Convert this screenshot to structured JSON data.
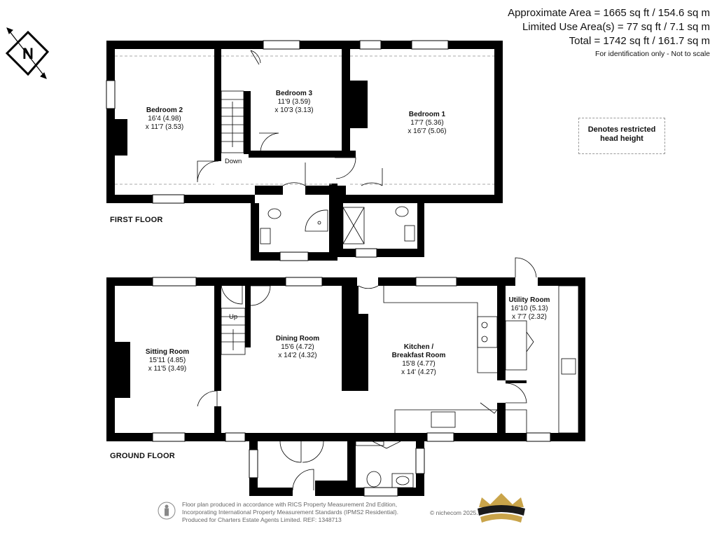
{
  "areas": {
    "approximate": "Approximate Area = 1665 sq ft / 154.6 sq m",
    "limited": "Limited Use Area(s) = 77 sq ft / 7.1 sq m",
    "total": "Total = 1742 sq ft / 161.7 sq m",
    "note": "For identification only - Not to scale"
  },
  "compass_letter": "N",
  "legend": {
    "line1": "Denotes restricted",
    "line2": "head height"
  },
  "first_floor": {
    "label": "FIRST FLOOR",
    "stairs": "Down",
    "rooms": [
      {
        "name": "Bedroom 2",
        "dim1": "16'4 (4.98)",
        "dim2": "x 11'7 (3.53)"
      },
      {
        "name": "Bedroom 3",
        "dim1": "11'9 (3.59)",
        "dim2": "x 10'3 (3.13)"
      },
      {
        "name": "Bedroom 1",
        "dim1": "17'7 (5.36)",
        "dim2": "x 16'7 (5.06)"
      }
    ]
  },
  "ground_floor": {
    "label": "GROUND FLOOR",
    "stairs": "Up",
    "rooms": [
      {
        "name": "Sitting Room",
        "dim1": "15'11 (4.85)",
        "dim2": "x 11'5 (3.49)"
      },
      {
        "name": "Dining Room",
        "dim1": "15'6 (4.72)",
        "dim2": "x 14'2 (4.32)"
      },
      {
        "name": "Kitchen /",
        "name2": "Breakfast Room",
        "dim1": "15'8 (4.77)",
        "dim2": "x 14' (4.27)"
      },
      {
        "name": "Utility Room",
        "dim1": "16'10 (5.13)",
        "dim2": "x 7'7 (2.32)"
      }
    ]
  },
  "footer": {
    "line1": "Floor plan produced in accordance with RICS Property Measurement 2nd Edition,",
    "line2": "Incorporating International Property Measurement Standards (IPMS2 Residential).",
    "line3": "Produced for Charters Estate Agents Limited.   REF: 1348713",
    "copyright": "© nichecom 2025."
  },
  "colors": {
    "wall": "#000000",
    "dashed": "#aaaaaa",
    "logo_gold": "#c9a44a",
    "text_grey": "#666666"
  },
  "icons": [
    "compass-icon",
    "person-icon",
    "crown-logo-icon"
  ]
}
